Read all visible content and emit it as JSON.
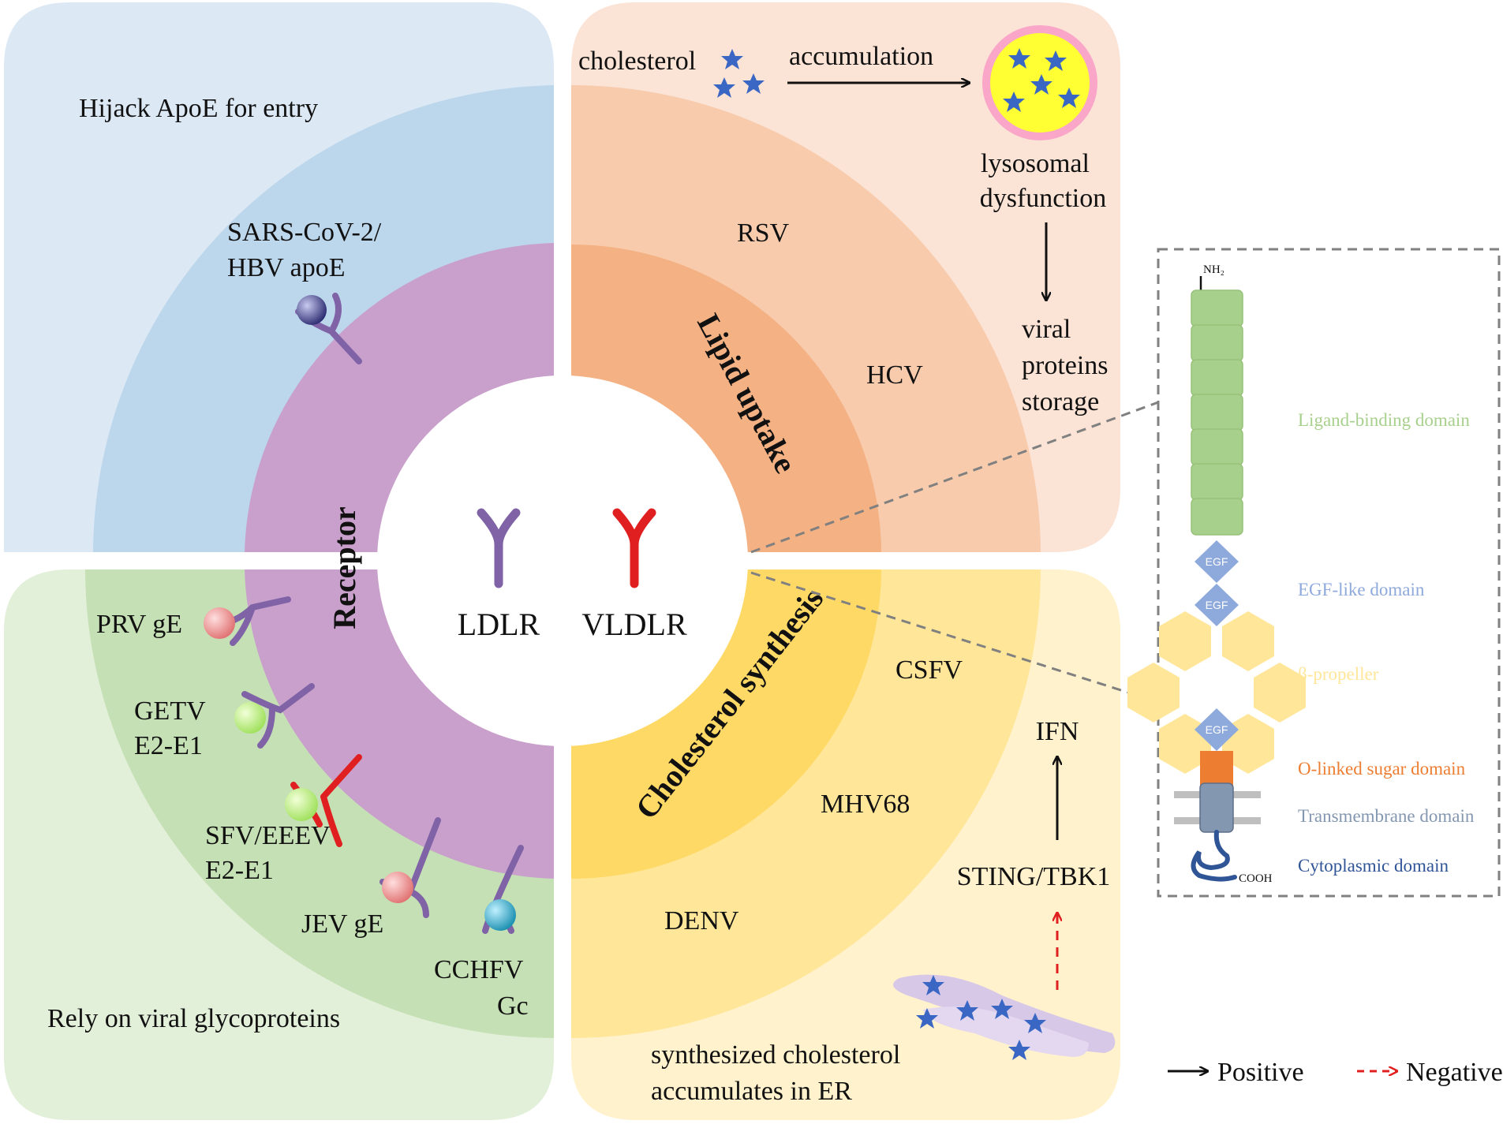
{
  "center": {
    "left_receptor": "LDLR",
    "right_receptor": "VLDLR"
  },
  "quadrants": {
    "top_left": {
      "caption": "Hijack ApoE for entry",
      "virus": [
        "SARS-CoV-2/",
        "HBV apoE"
      ]
    },
    "top_right": {
      "arc_label": "Lipid uptake",
      "viruses": [
        "RSV",
        "HCV"
      ],
      "cholesterol": "cholesterol",
      "accumulation": "accumulation",
      "lysosomal": [
        "lysosomal",
        "dysfunction"
      ],
      "storage": [
        "viral",
        "proteins",
        "storage"
      ]
    },
    "bottom_left": {
      "arc_label": "Receptor",
      "caption": "Rely on viral glycoproteins",
      "viruses": {
        "prv": "PRV gE",
        "getv": [
          "GETV",
          "E2-E1"
        ],
        "sfv": [
          "SFV/EEEV",
          "E2-E1"
        ],
        "jev": "JEV gE",
        "cchfv": [
          "CCHFV",
          "Gc"
        ]
      }
    },
    "bottom_right": {
      "arc_label": "Cholesterol synthesis",
      "viruses": [
        "CSFV",
        "MHV68",
        "DENV"
      ],
      "ifn": "IFN",
      "sting": "STING/TBK1",
      "er": [
        "synthesized cholesterol",
        "accumulates in ER"
      ]
    }
  },
  "domain_panel": {
    "nh2": "NH₂",
    "cooh": "COOH",
    "egf": "EGF",
    "domains": [
      {
        "label": "Ligand-binding domain",
        "color": "#a8d08d"
      },
      {
        "label": "EGF-like domain",
        "color": "#8ea9db"
      },
      {
        "label": "β-propeller",
        "color": "#ffe699"
      },
      {
        "label": "O-linked sugar domain",
        "color": "#ed7d31"
      },
      {
        "label": "Transmembrane domain",
        "color": "#8497b0"
      },
      {
        "label": "Cytoplasmic domain",
        "color": "#2f5597"
      }
    ]
  },
  "legend": {
    "positive": "Positive",
    "negative": "Negative"
  },
  "colors": {
    "blue_bg": "#dce9f5",
    "blue_ring": "#bcd6ec",
    "orange_bg": "#fbe3d5",
    "orange_ring": "#f8cbad",
    "orange_inner": "#f4b183",
    "green_bg": "#e2efd9",
    "green_ring": "#c5e0b4",
    "yellow_bg": "#fff2cc",
    "yellow_ring": "#ffe699",
    "yellow_inner": "#ffd966",
    "purple_ring": "#c9a0cc",
    "ldlr": "#7f63a6",
    "vldlr": "#e02020",
    "negative_arrow": "#e02020"
  }
}
